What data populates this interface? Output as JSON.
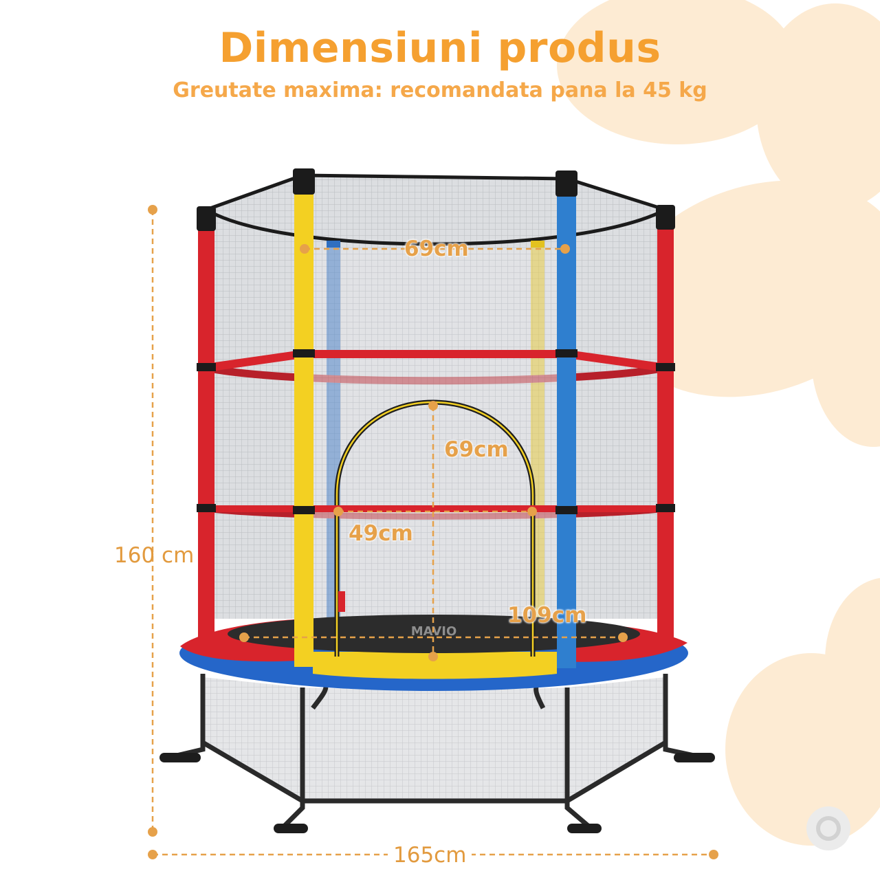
{
  "header": {
    "title": "Dimensiuni produs",
    "subtitle": "Greutate maxima: recomandata pana la 45 kg"
  },
  "product": {
    "mat_logo": "MAVIO"
  },
  "dimensions": {
    "height": "160 cm",
    "width": "165cm",
    "top_opening": "69cm",
    "door_height": "69cm",
    "door_width": "49cm",
    "mat_diameter": "109cm"
  },
  "colors": {
    "accent": "#f5a030",
    "frame_red": "#d8242c",
    "frame_yellow": "#f3d022",
    "frame_blue": "#2f7fcf",
    "pad_blue": "#2566c9",
    "flower": "#fdebd3"
  }
}
